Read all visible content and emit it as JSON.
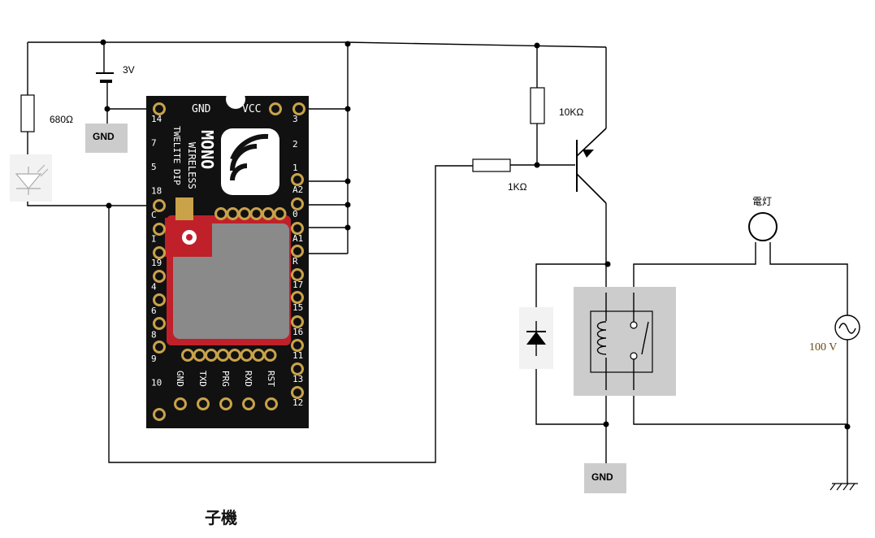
{
  "labels": {
    "battery_voltage": "3V",
    "resistor_led": "680Ω",
    "resistor_pullup": "10KΩ",
    "resistor_base": "1KΩ",
    "lamp": "電灯",
    "ac_source": "100 V",
    "gnd_left": "GND",
    "gnd_bottom": "GND",
    "caption": "子機"
  },
  "module": {
    "brand_line1": "MONO",
    "brand_line2": "WIRELESS",
    "model": "TWELITE DIP",
    "top_left_pin": "GND",
    "top_right_pin": "VCC",
    "left_pins": [
      "14",
      "7",
      "5",
      "18",
      "C",
      "I",
      "19",
      "4",
      "6",
      "8",
      "9",
      "10"
    ],
    "right_pins": [
      "3",
      "2",
      "1",
      "A2",
      "0",
      "A1",
      "R",
      "17",
      "15",
      "16",
      "11",
      "13",
      "12"
    ],
    "bottom_pins": [
      "GND",
      "TXD",
      "PRG",
      "RXD",
      "RST"
    ]
  },
  "colors": {
    "board": "#111111",
    "pcb_red": "#c0202a",
    "pad_gold": "#c9a24a",
    "shield": "#8a8a8a",
    "gnd_box": "#cccccc",
    "relay_box": "#cccccc"
  }
}
